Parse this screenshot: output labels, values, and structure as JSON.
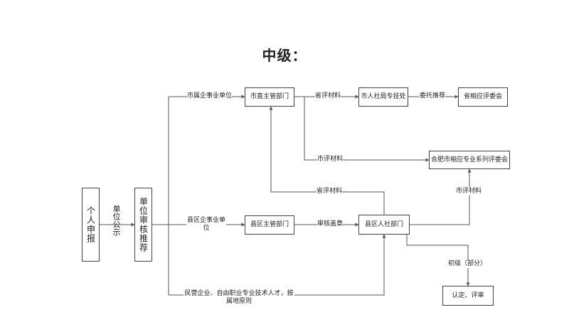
{
  "title": "中级：",
  "nodes": {
    "personal": "个人申报",
    "unit_review": "单位审核推荐",
    "city_dept": "市直主管部门",
    "city_hr": "市人社局专技处",
    "prov_committee": "省相应评委会",
    "hefei_committee": "合肥市相应专业系列评委会",
    "county_dept": "县区主管部门",
    "county_hr": "县区人社部门",
    "confirm": "认定、评审"
  },
  "labels": {
    "unit_notice": "单位公示",
    "city_units": "市属企事业单位",
    "county_units": "县区企事业单位",
    "private": "民营企业、自由职业专业技术人才，按属地原则",
    "prov_material_1": "省评材料",
    "entrust": "委托推荐",
    "city_material_1": "市评材料",
    "prov_material_2": "省评材料",
    "review_stamp": "审核盖章",
    "city_material_2": "市评材料",
    "junior": "初级（部分）"
  }
}
